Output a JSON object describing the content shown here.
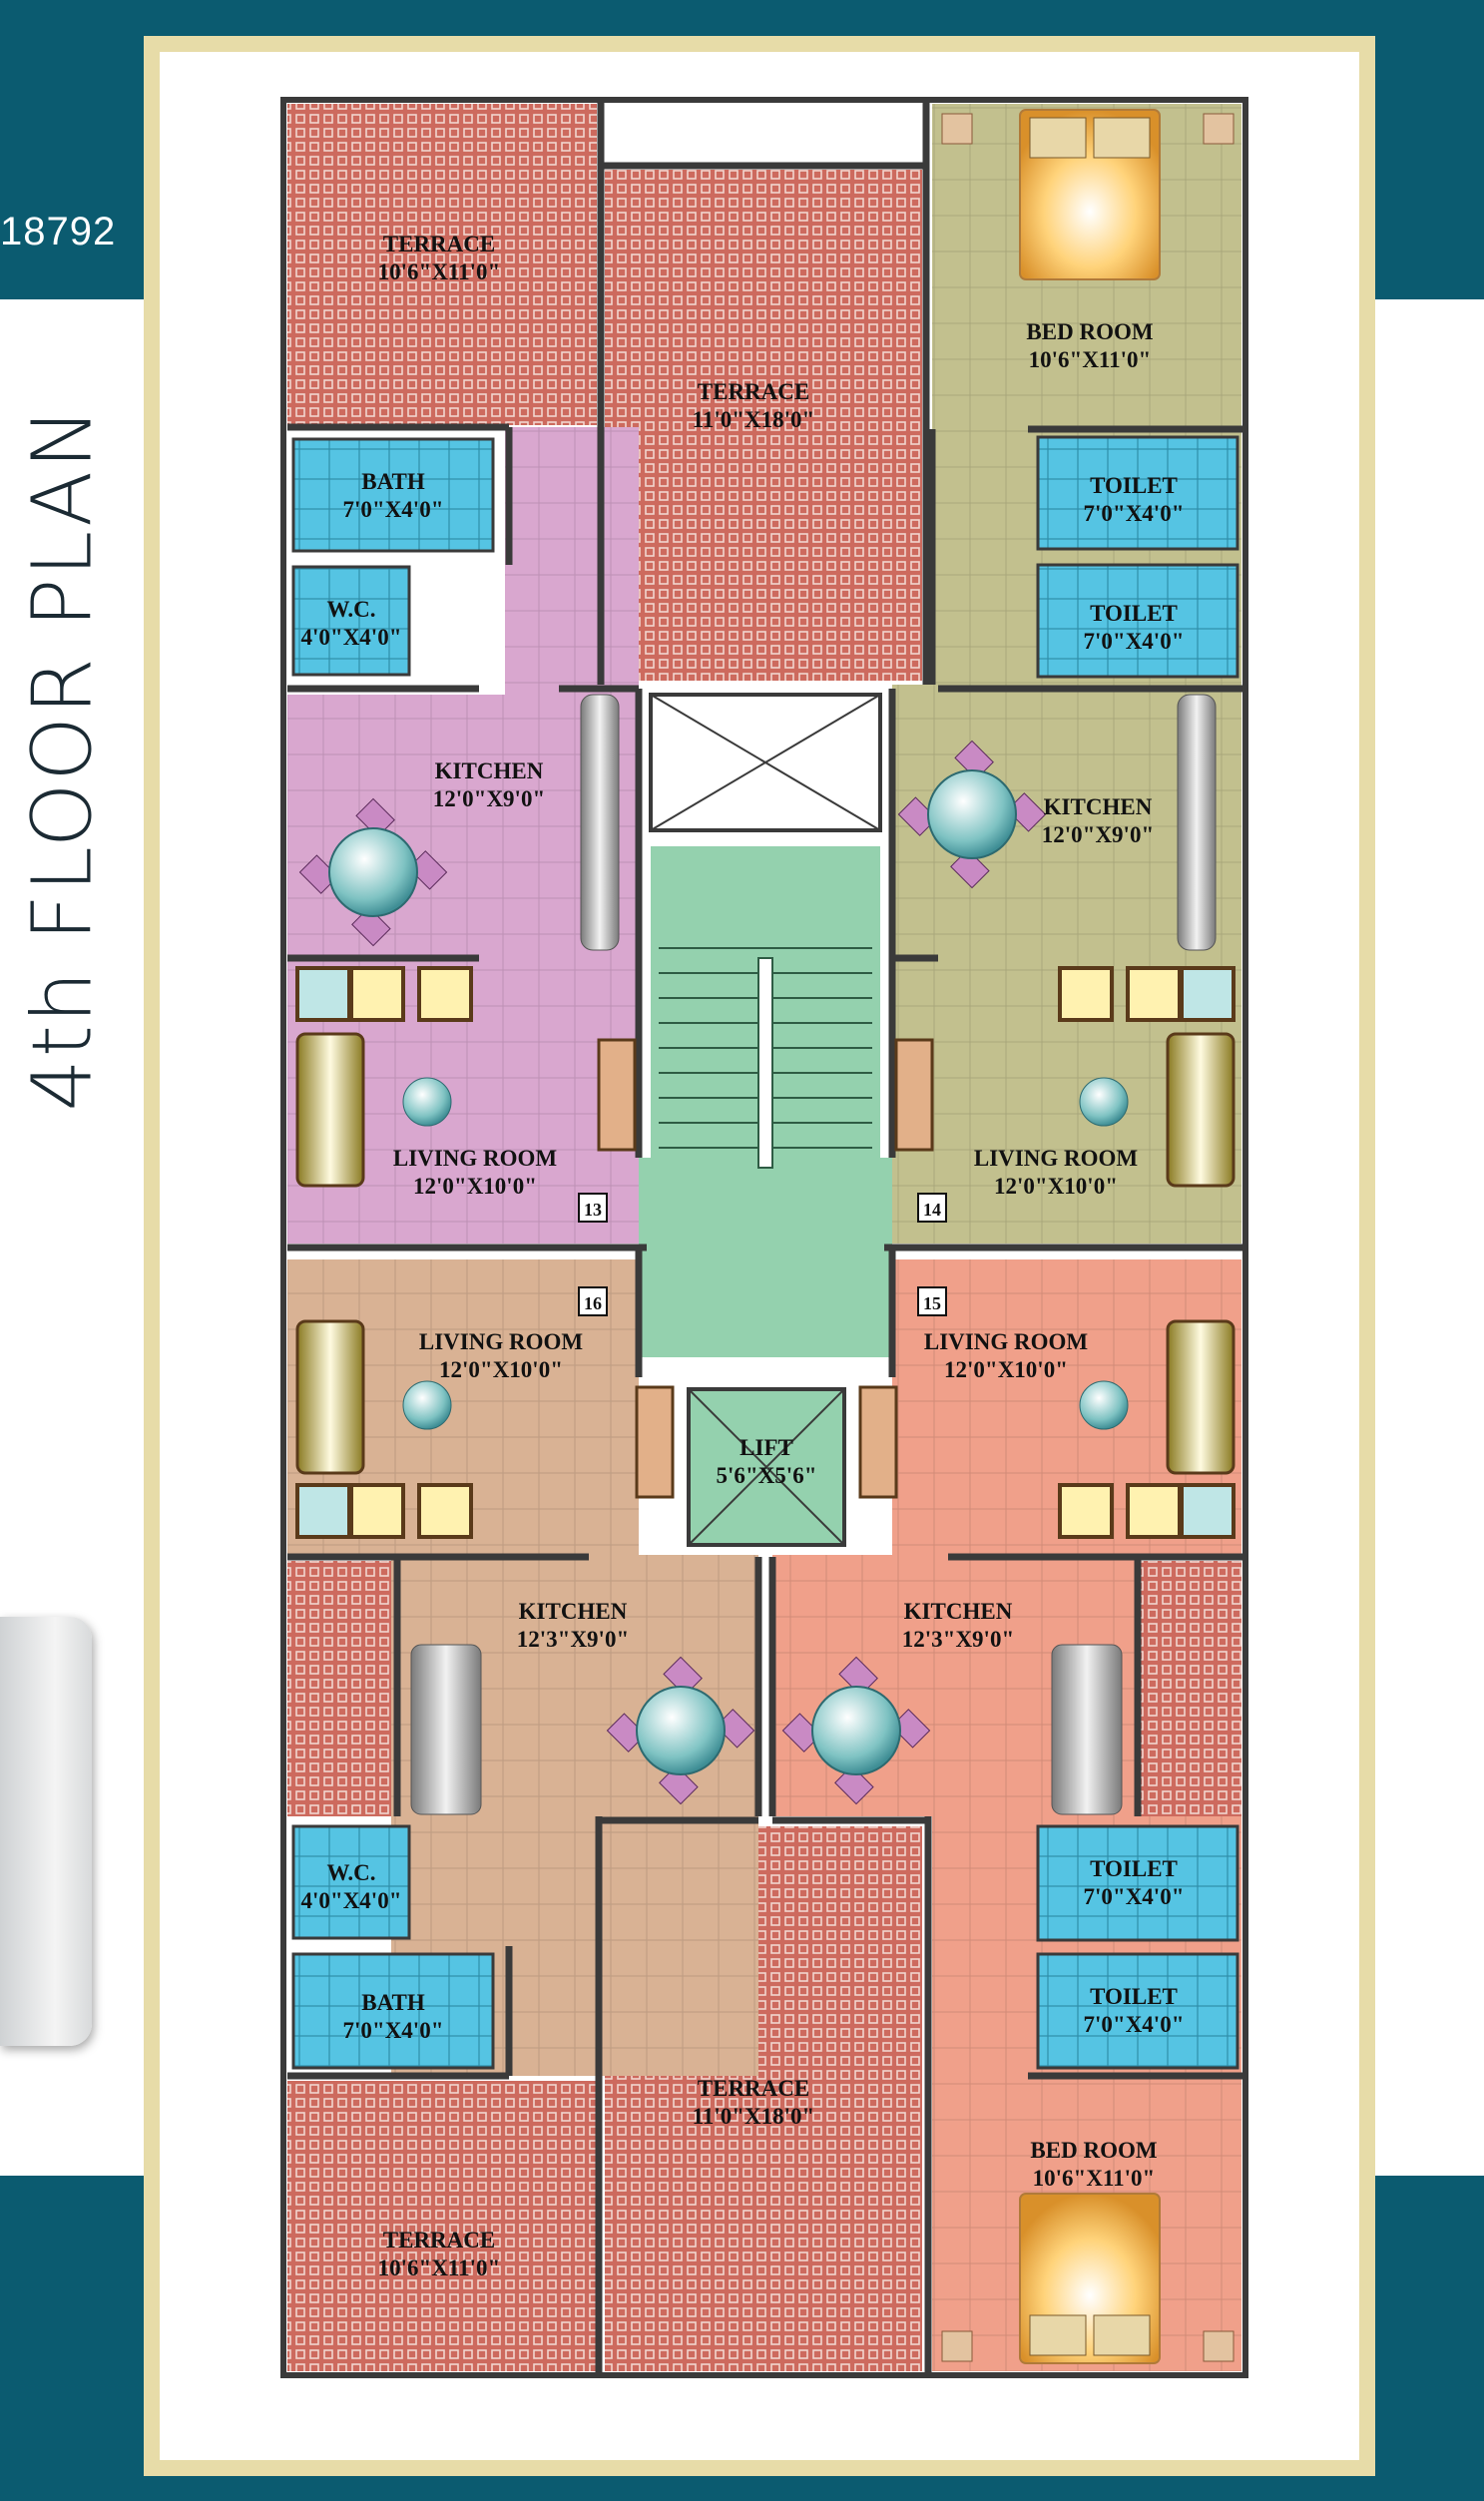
{
  "page": {
    "phone_partial": "18792",
    "title": "4th FLOOR PLAN"
  },
  "colors": {
    "band": "#0b5b70",
    "frame": "#e7dca8",
    "terrace": "#cd6a5e",
    "unit13": "#d9a7cf",
    "unit14": "#c2c08e",
    "unit15": "#f0a08a",
    "unit16": "#d9b294",
    "stair": "#94d1ae",
    "bath": "#55c4e3",
    "wall": "#3a3a3a"
  },
  "rooms": {
    "terrace_tl": {
      "name": "TERRACE",
      "dim": "10'6\"X11'0\""
    },
    "terrace_tc": {
      "name": "TERRACE",
      "dim": "11'0\"X18'0\""
    },
    "terrace_bc": {
      "name": "TERRACE",
      "dim": "11'0\"X18'0\""
    },
    "terrace_bl": {
      "name": "TERRACE",
      "dim": "10'6\"X11'0\""
    },
    "bed_top": {
      "name": "BED ROOM",
      "dim": "10'6\"X11'0\""
    },
    "bed_bottom": {
      "name": "BED ROOM",
      "dim": "10'6\"X11'0\""
    },
    "bath_top": {
      "name": "BATH",
      "dim": "7'0\"X4'0\""
    },
    "wc_top": {
      "name": "W.C.",
      "dim": "4'0\"X4'0\""
    },
    "wc_bottom": {
      "name": "W.C.",
      "dim": "4'0\"X4'0\""
    },
    "bath_bottom": {
      "name": "BATH",
      "dim": "7'0\"X4'0\""
    },
    "toilet_tr1": {
      "name": "TOILET",
      "dim": "7'0\"X4'0\""
    },
    "toilet_tr2": {
      "name": "TOILET",
      "dim": "7'0\"X4'0\""
    },
    "toilet_br1": {
      "name": "TOILET",
      "dim": "7'0\"X4'0\""
    },
    "toilet_br2": {
      "name": "TOILET",
      "dim": "7'0\"X4'0\""
    },
    "kitchen_13": {
      "name": "KITCHEN",
      "dim": "12'0\"X9'0\""
    },
    "kitchen_14": {
      "name": "KITCHEN",
      "dim": "12'0\"X9'0\""
    },
    "kitchen_16": {
      "name": "KITCHEN",
      "dim": "12'3\"X9'0\""
    },
    "kitchen_15": {
      "name": "KITCHEN",
      "dim": "12'3\"X9'0\""
    },
    "living_13": {
      "name": "LIVING ROOM",
      "dim": "12'0\"X10'0\""
    },
    "living_14": {
      "name": "LIVING ROOM",
      "dim": "12'0\"X10'0\""
    },
    "living_16": {
      "name": "LIVING ROOM",
      "dim": "12'0\"X10'0\""
    },
    "living_15": {
      "name": "LIVING ROOM",
      "dim": "12'0\"X10'0\""
    },
    "lift": {
      "name": "LIFT",
      "dim": "5'6\"X5'6\""
    }
  },
  "units": {
    "u13": "13",
    "u14": "14",
    "u15": "15",
    "u16": "16"
  },
  "icons": [
    "bed-icon",
    "dining-table-icon",
    "sofa-icon",
    "armchair-icon",
    "toilet-icon",
    "lift-shaft-icon",
    "duct-icon"
  ]
}
